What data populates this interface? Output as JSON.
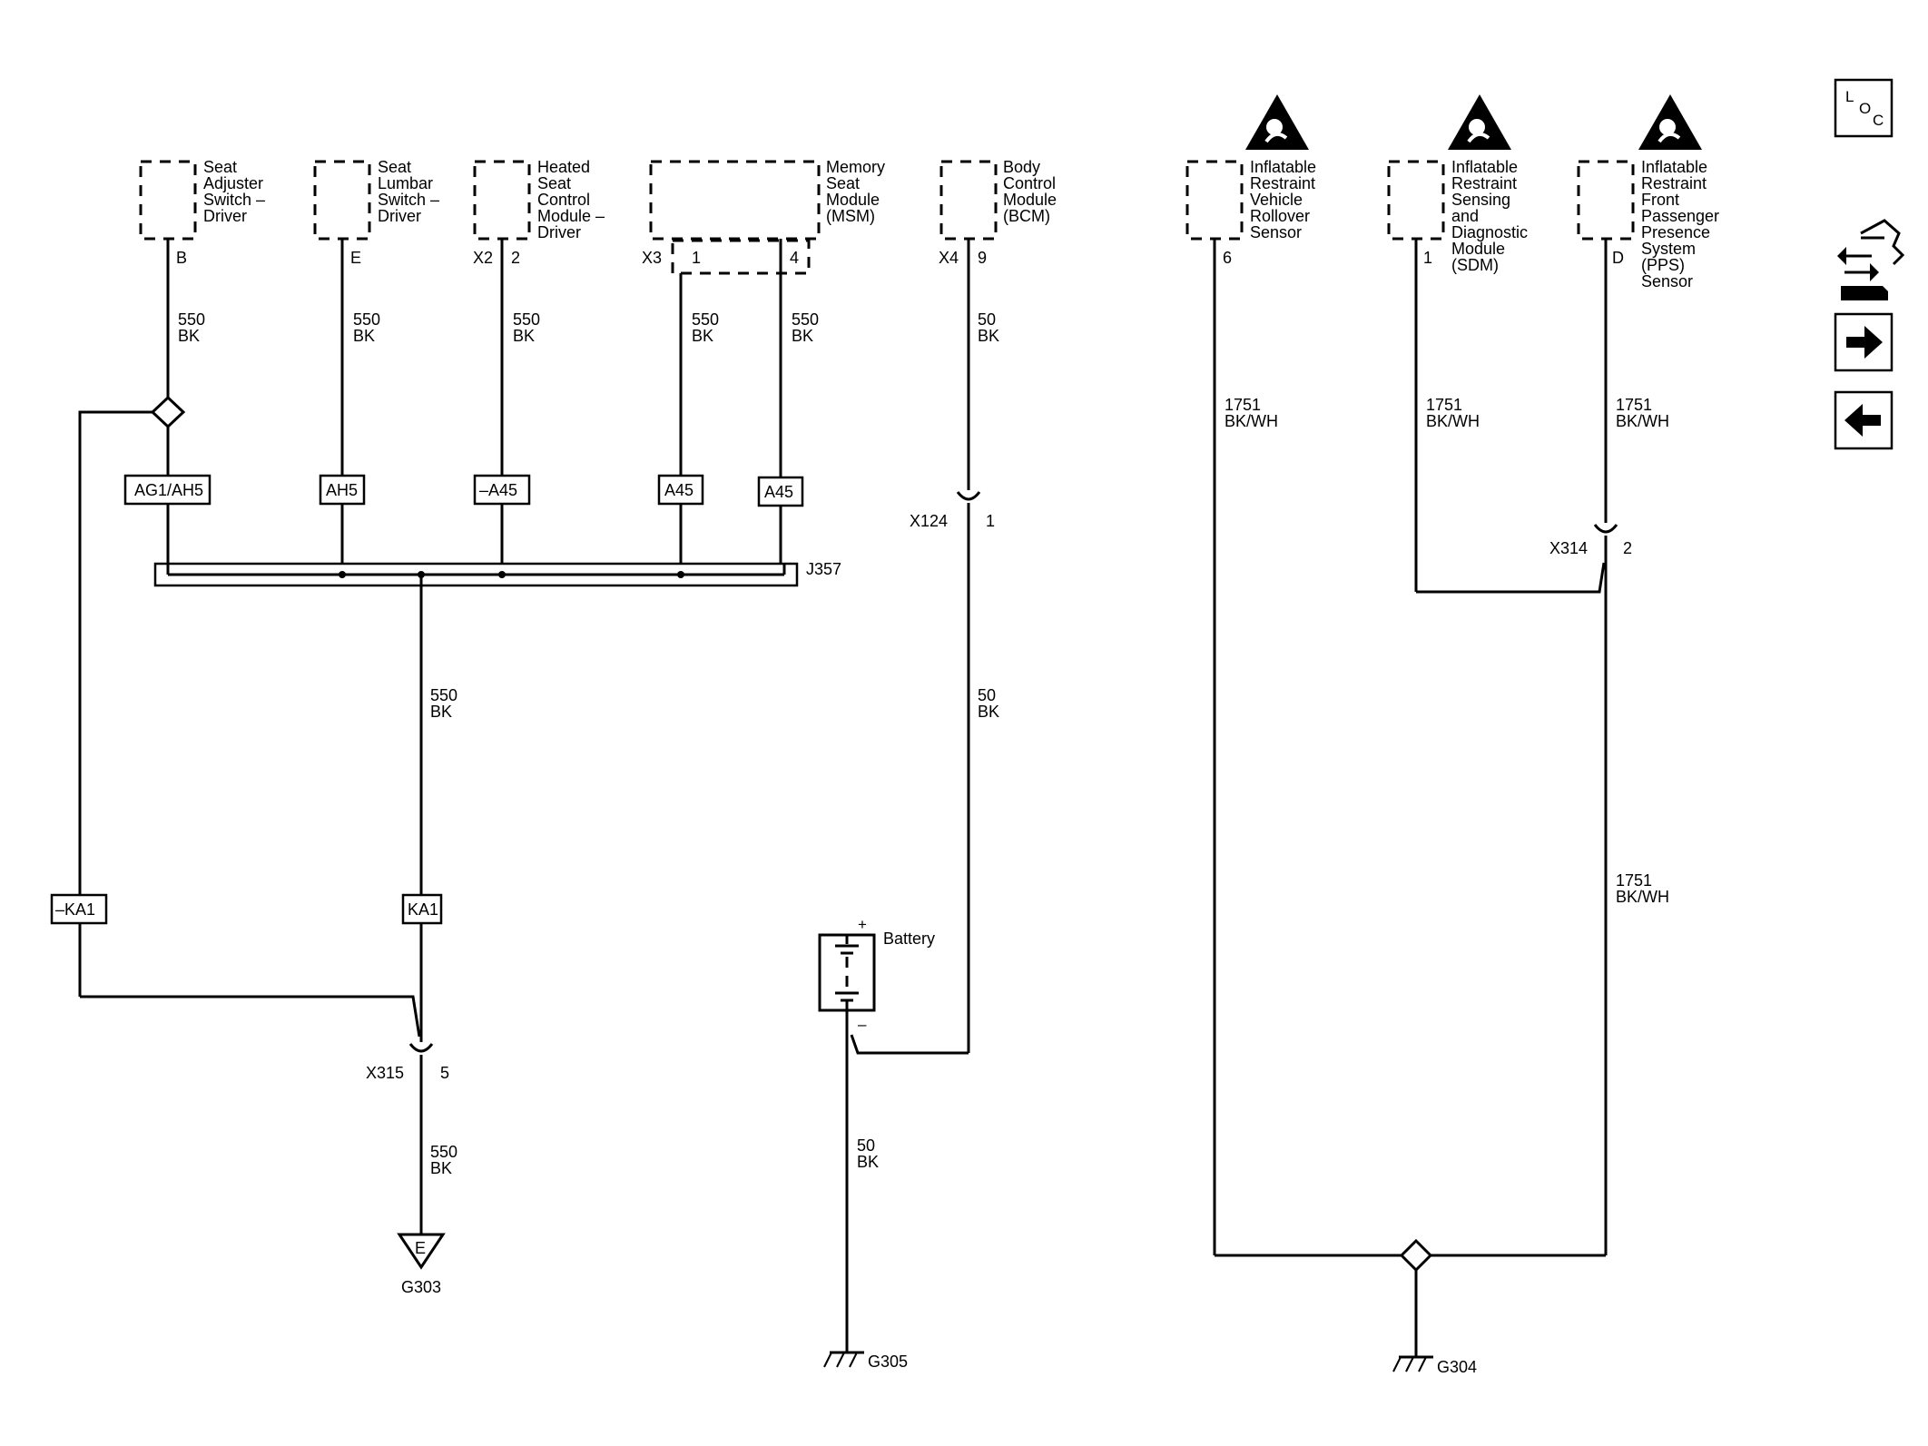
{
  "components": {
    "seat_adjuster": [
      "Seat",
      "Adjuster",
      "Switch –",
      "Driver"
    ],
    "seat_lumbar": [
      "Seat",
      "Lumbar",
      "Switch –",
      "Driver"
    ],
    "heated_seat": [
      "Heated",
      "Seat",
      "Control",
      "Module –",
      "Driver"
    ],
    "msm": [
      "Memory",
      "Seat",
      "Module",
      "(MSM)"
    ],
    "bcm": [
      "Body",
      "Control",
      "Module",
      "(BCM)"
    ],
    "rollover": [
      "Inflatable",
      "Restraint",
      "Vehicle",
      "Rollover",
      "Sensor"
    ],
    "sdm": [
      "Inflatable",
      "Restraint",
      "Sensing",
      "and",
      "Diagnostic",
      "Module",
      "(SDM)"
    ],
    "pps": [
      "Inflatable",
      "Restraint",
      "Front",
      "Passenger",
      "Presence",
      "System",
      "(PPS)",
      "Sensor"
    ]
  },
  "pins": {
    "seat_adjuster": "B",
    "seat_lumbar": "E",
    "heated_conn": "X2",
    "heated_pin": "2",
    "msm_conn": "X3",
    "msm_pin1": "1",
    "msm_pin4": "4",
    "bcm_conn": "X4",
    "bcm_pin": "9",
    "rollover": "6",
    "sdm": "1",
    "pps": "D"
  },
  "wires": {
    "c550": "550",
    "bk": "BK",
    "c50": "50",
    "c1751": "1751",
    "bkwh": "BK/WH"
  },
  "options": {
    "ag1_ah5": "AG1/AH5",
    "ah5": "AH5",
    "not_a45": "–A45",
    "a45_1": "A45",
    "a45_2": "A45",
    "not_ka1": "–KA1",
    "ka1": "KA1"
  },
  "splice": "J357",
  "connectors": {
    "x124": "X124",
    "x124_pin": "1",
    "x314": "X314",
    "x314_pin": "2",
    "x315": "X315",
    "x315_pin": "5"
  },
  "battery": {
    "label": "Battery",
    "plus": "+",
    "minus": "–"
  },
  "grounds": {
    "g303": "G303",
    "g303_symbol": "E",
    "g305": "G305",
    "g304": "G304"
  },
  "loc": {
    "l": "L",
    "o": "O",
    "c": "C"
  }
}
